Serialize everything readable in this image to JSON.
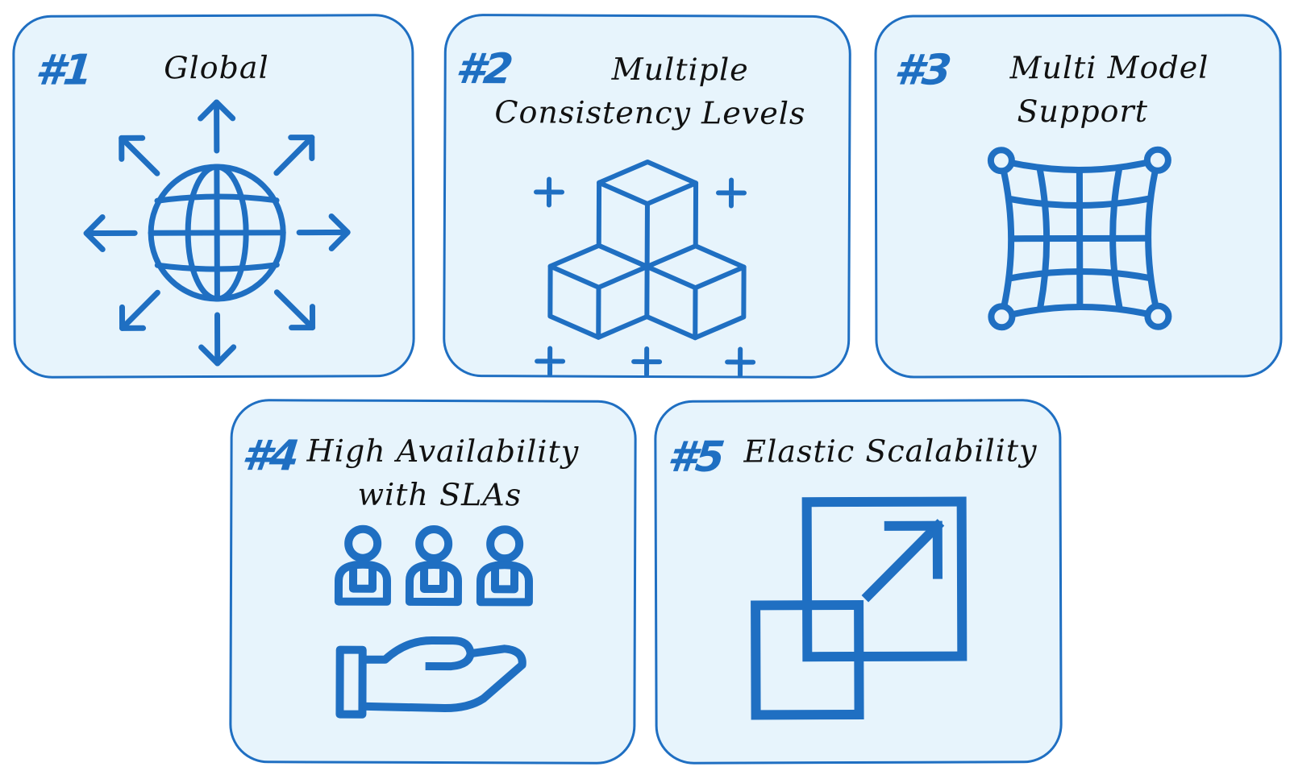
{
  "cards": [
    {
      "number": "#1",
      "title_lines": [
        "Global"
      ],
      "icon": "globe-arrows-icon"
    },
    {
      "number": "#2",
      "title_lines": [
        "Multiple",
        "Consistency Levels"
      ],
      "icon": "cubes-icon"
    },
    {
      "number": "#3",
      "title_lines": [
        "Multi Model",
        "Support"
      ],
      "icon": "mesh-grid-icon"
    },
    {
      "number": "#4",
      "title_lines": [
        "High Availability",
        "with SLAs"
      ],
      "icon": "people-hand-icon"
    },
    {
      "number": "#5",
      "title_lines": [
        "Elastic Scalability"
      ],
      "icon": "resize-expand-icon"
    }
  ],
  "colors": {
    "accent": "#1f6fc2",
    "card_fill": "#e7f4fc",
    "text": "#111111"
  }
}
